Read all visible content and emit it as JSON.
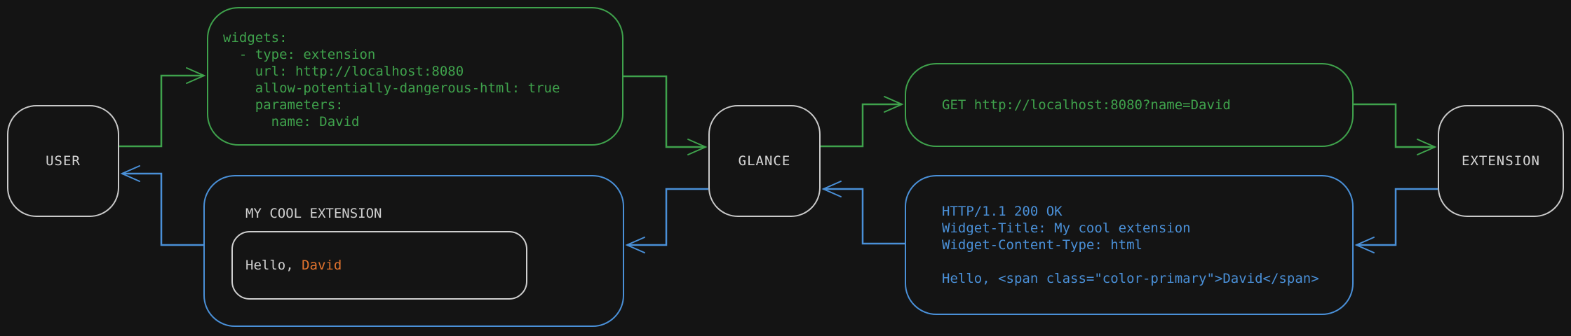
{
  "theme": {
    "bg": "#141414",
    "green": "#3fa24c",
    "blue": "#4a90d8",
    "orange": "#e3742e",
    "node-border": "#c9c9c9",
    "text-light": "#d6d6d6"
  },
  "nodes": {
    "user": "USER",
    "glance": "GLANCE",
    "extension": "EXTENSION"
  },
  "config_box": {
    "code": "widgets:\n  - type: extension\n    url: http://localhost:8080\n    allow-potentially-dangerous-html: true\n    parameters:\n      name: David"
  },
  "request_box": {
    "code": "GET http://localhost:8080?name=David"
  },
  "response_box": {
    "code": "HTTP/1.1 200 OK\nWidget-Title: My cool extension\nWidget-Content-Type: html\n\nHello, <span class=\"color-primary\">David</span>"
  },
  "widget_box": {
    "title": "MY COOL EXTENSION",
    "greeting_prefix": "Hello, ",
    "greeting_name": "David"
  }
}
